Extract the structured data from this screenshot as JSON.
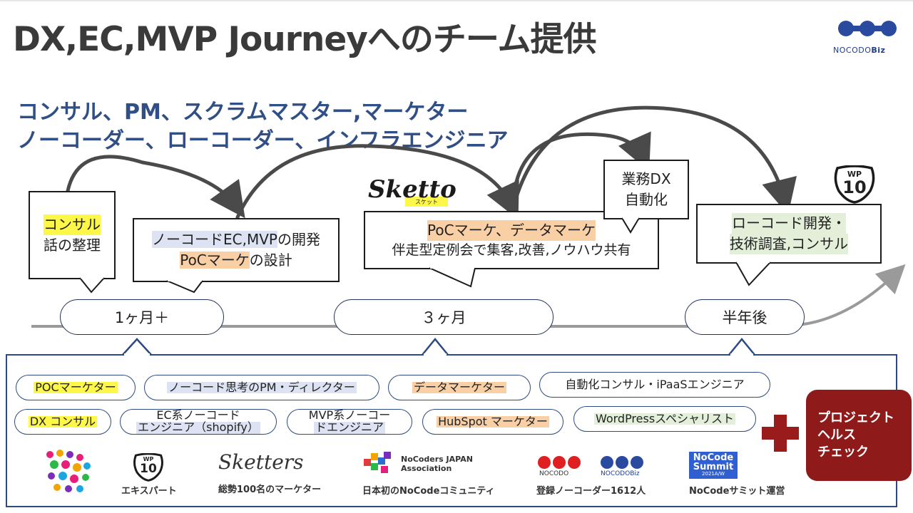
{
  "title": "DX,EC,MVP Journeyへのチーム提供",
  "logo_text": "NOCODO",
  "logo_text_bold": "Biz",
  "roles_line1": "コンサル、PM、スクラムマスター,マーケター",
  "roles_line2": "ノーコーダー、ローコーダー、インフラエンジニア",
  "callouts": {
    "c1_line1": "コンサル",
    "c1_line2": "話の整理",
    "c2_line1_hl": "ノーコードEC,MVP",
    "c2_line1_rest": "の開発",
    "c2_line2_hl": "PoCマーケ",
    "c2_line2_rest": "の設計",
    "c3_line1": "PoCマーケ、データマーケ",
    "c3_line2": "伴走型定例会で集客,改善,ノウハウ共有",
    "c4_line1": "業務DX",
    "c4_line2": "自動化",
    "c5_line1": "ローコード開発・",
    "c5_line2": "技術調査,コンサル"
  },
  "sketto_logo": "Sketto",
  "sketto_sub": "スケット",
  "wp_badge_top": "WP",
  "wp_badge_num": "10",
  "timeline": [
    "1ヶ月＋",
    "３ヶ月",
    "半年後"
  ],
  "tags_row1": [
    "POCマーケター",
    "ノーコード思考のPM・ディレクター",
    "データマーケター",
    "自動化コンサル・iPaaSエンジニア"
  ],
  "tags_row2": [
    "DX コンサル",
    "EC系ノーコード",
    "エンジニア（shopify）",
    "MVP系ノーコー",
    "ドエンジニア",
    "HubSpot マーケター",
    "WordPressスペシャリスト"
  ],
  "bottom": {
    "expert": "エキスパート",
    "sketters_logo": "Sketters",
    "sketters_cap": "総勢100名のマーケター",
    "ncj_name1": "NoCoders JAPAN",
    "ncj_name2": "Association",
    "ncj_cap": "日本初のNoCodeコミュニティ",
    "nocodo_small": "NOCODO",
    "nocodobiz_small": "NOCODOBiz",
    "nocodo_cap": "登録ノーコーダー1612人",
    "summit_l1": "NoCode",
    "summit_l2": "Summit",
    "summit_l3": "2021A/W",
    "summit_cap": "NoCodeサミット運営"
  },
  "health_line1": "プロジェクト",
  "health_line2": "ヘルス",
  "health_line3": "チェック",
  "colors": {
    "accent_blue": "#2f4f86",
    "highlight_yellow": "#fdf74a",
    "highlight_orange": "#f9cfa6",
    "highlight_blue": "#dde3f2",
    "highlight_green": "#e4efda",
    "health_red": "#8e1a1a"
  }
}
